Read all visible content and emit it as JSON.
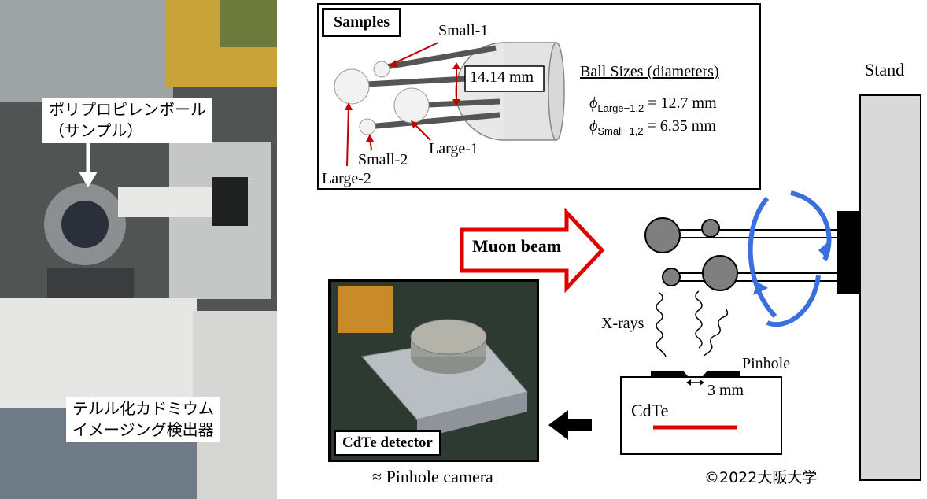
{
  "photo": {
    "label_sample": "ポリプロピレンボール\n（サンプル）",
    "label_detector": "テルル化カドミウム\nイメージング検出器"
  },
  "samples": {
    "title": "Samples",
    "small1": "Small-1",
    "small2": "Small-2",
    "large1": "Large-1",
    "large2": "Large-2",
    "spacing": "14.14 mm",
    "sizes_title": "Ball Sizes (diameters)",
    "large_size": "= 12.7 mm",
    "small_size": "= 6.35 mm",
    "large_sub": "Large−1,2",
    "small_sub": "Small−1,2",
    "phi": "ϕ"
  },
  "diagram": {
    "muon_beam": "Muon beam",
    "stand": "Stand",
    "xrays": "X-rays",
    "pinhole": "Pinhole",
    "pinhole_size": "3 mm",
    "cdte": "CdTe",
    "detector_title": "CdTe detector",
    "pinhole_camera": "≈ Pinhole camera",
    "copyright": "©2022大阪大学"
  },
  "colors": {
    "red": "#e00000",
    "blue": "#3a6fe0",
    "stand_gray": "#d9d9d9",
    "ball_gray": "#7f7f7f"
  }
}
